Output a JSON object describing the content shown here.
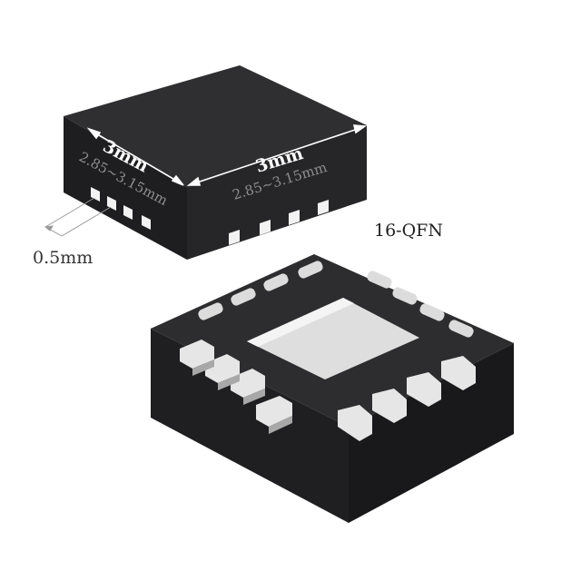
{
  "package_label": "16-QFN",
  "dimensions": {
    "top_length": "3mm",
    "top_length_range": "2.85~3.15mm",
    "side_length": "3mm",
    "side_length_range": "2.85~3.15mm",
    "pin_pitch": "0.5mm"
  },
  "colors": {
    "body_top": "#2e2e30",
    "body_front": "#232325",
    "body_side": "#1b1b1d",
    "pad": "#d9d9d9",
    "pad_shadow": "#9a9a9a",
    "dimension_text": "#ffffff",
    "dimension_faint": "#8e8e8e",
    "label_text": "#222222"
  }
}
